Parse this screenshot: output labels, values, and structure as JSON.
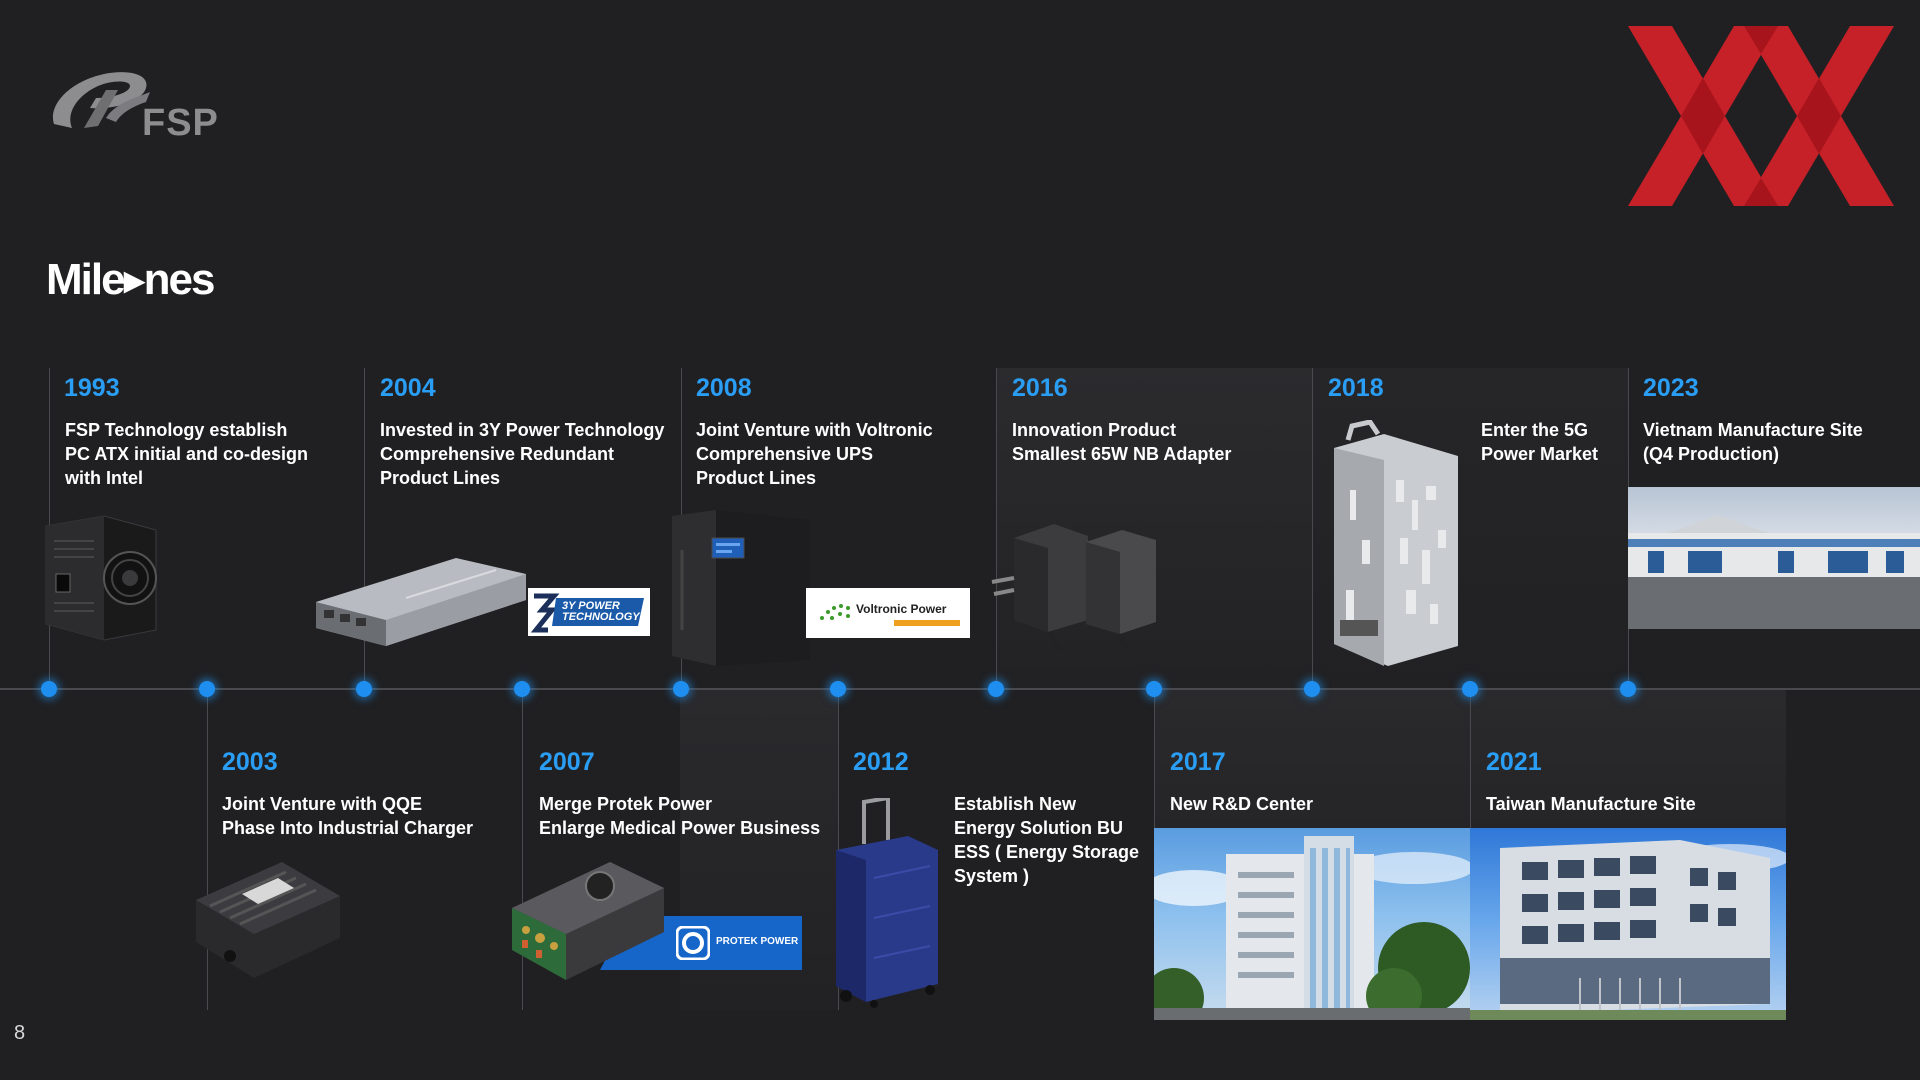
{
  "logo": {
    "text": "FSP"
  },
  "title": "Mile▸nes",
  "page_number": "8",
  "colors": {
    "accent_blue": "#2a9df4",
    "dot_blue": "#1e8ff0",
    "brand_red": "#c62028"
  },
  "milestones_top": [
    {
      "year": "1993",
      "lines": [
        "FSP Technology establish",
        "PC ATX initial and co-design",
        "with Intel"
      ]
    },
    {
      "year": "2004",
      "lines": [
        "Invested in 3Y Power Technology",
        "Comprehensive Redundant",
        "Product Lines"
      ],
      "badge": "3Y POWER TECHNOLOGY"
    },
    {
      "year": "2008",
      "lines": [
        "Joint Venture with Voltronic",
        "Comprehensive UPS",
        "Product Lines"
      ],
      "badge": "Voltronic Power"
    },
    {
      "year": "2016",
      "lines": [
        "Innovation Product",
        "Smallest 65W NB Adapter"
      ]
    },
    {
      "year": "2018",
      "lines": [
        "Enter the 5G",
        "Power Market"
      ]
    },
    {
      "year": "2023",
      "lines": [
        "Vietnam Manufacture Site",
        "(Q4 Production)"
      ]
    }
  ],
  "milestones_bottom": [
    {
      "year": "2003",
      "lines": [
        "Joint Venture with QQE",
        "Phase Into Industrial Charger"
      ]
    },
    {
      "year": "2007",
      "lines": [
        "Merge Protek Power",
        "Enlarge Medical Power Business"
      ],
      "badge": "PROTEK POWER"
    },
    {
      "year": "2012",
      "lines": [
        "Establish New",
        "Energy Solution BU",
        "ESS ( Energy Storage",
        "System )"
      ]
    },
    {
      "year": "2017",
      "lines": [
        "New R&D Center"
      ]
    },
    {
      "year": "2021",
      "lines": [
        "Taiwan Manufacture Site"
      ]
    }
  ]
}
